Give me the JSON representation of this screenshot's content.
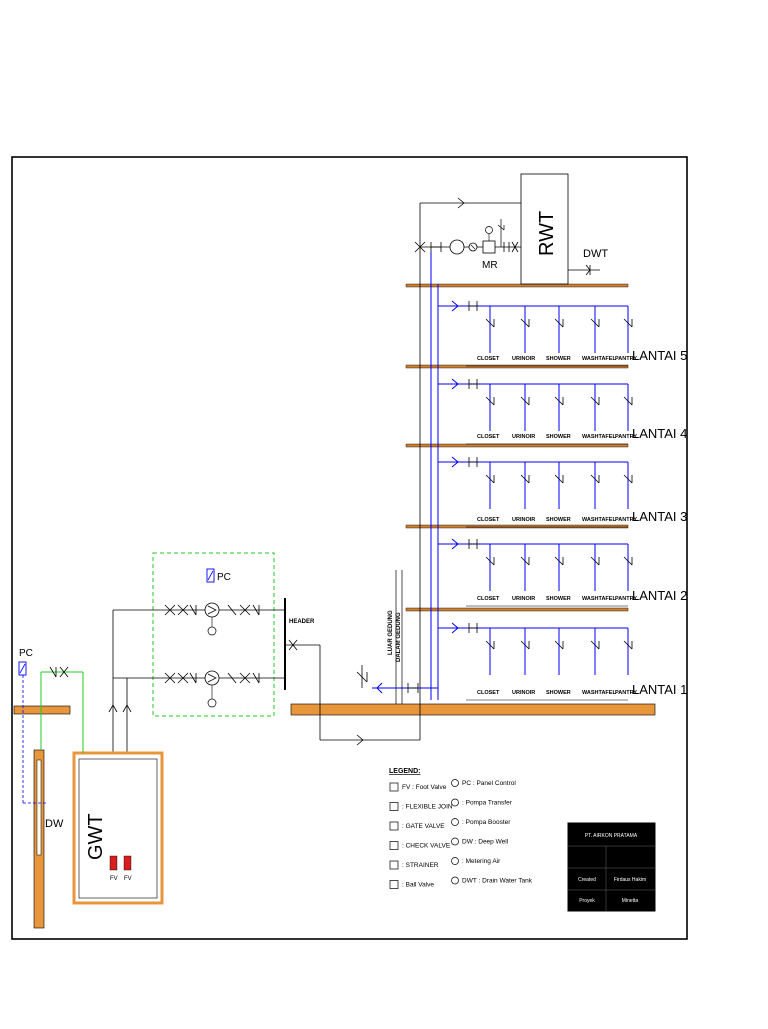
{
  "tanks": {
    "rwt": "RWT",
    "gwt": "GWT",
    "dwt": "DWT",
    "dw": "DW",
    "mr": "MR"
  },
  "controls": {
    "pc_pump": "PC",
    "pc_well": "PC",
    "header": "HEADER",
    "fv_left": "FV",
    "fv_right": "FV",
    "luar_gedung": "LUAR GEDUNG",
    "dalam_gedung": "DALAM GEDUNG"
  },
  "fixtures": [
    "CLOSET",
    "URINOIR",
    "SHOWER",
    "WASHTAFEL",
    "PANTRY"
  ],
  "floors": [
    "LANTAI 5",
    "LANTAI 4",
    "LANTAI 3",
    "LANTAI 2",
    "LANTAI 1"
  ],
  "legend": {
    "title": "LEGEND:",
    "left": [
      {
        "icon": "foot-valve",
        "text": "FV : Foot Valve"
      },
      {
        "icon": "flexible-join",
        "text": ": FLEXIBLE JOIN"
      },
      {
        "icon": "gate-valve",
        "text": ": GATE VALVE"
      },
      {
        "icon": "check-valve",
        "text": ": CHECK VALVE"
      },
      {
        "icon": "strainer",
        "text": ": STRAINER"
      },
      {
        "icon": "ball-valve",
        "text": ": Ball Valve"
      }
    ],
    "right": [
      {
        "icon": "panel-control",
        "text": "PC : Panel Control"
      },
      {
        "icon": "pompa-transfer",
        "text": ": Pompa Transfer"
      },
      {
        "icon": "pompa-booster",
        "text": ": Pompa Booster"
      },
      {
        "icon": "deep-well",
        "text": "DW : Deep Well"
      },
      {
        "icon": "metering-air",
        "text": ": Metering Air"
      },
      {
        "icon": "drain-water-tank",
        "text": "DWT : Drain Water Tank"
      }
    ]
  },
  "title_block": {
    "company": "PT. AIRKON PRATAMA",
    "created_label": "Created",
    "created_value": "Firdaus Hakim",
    "project_label": "Proyek",
    "project_value": "Minetta"
  }
}
